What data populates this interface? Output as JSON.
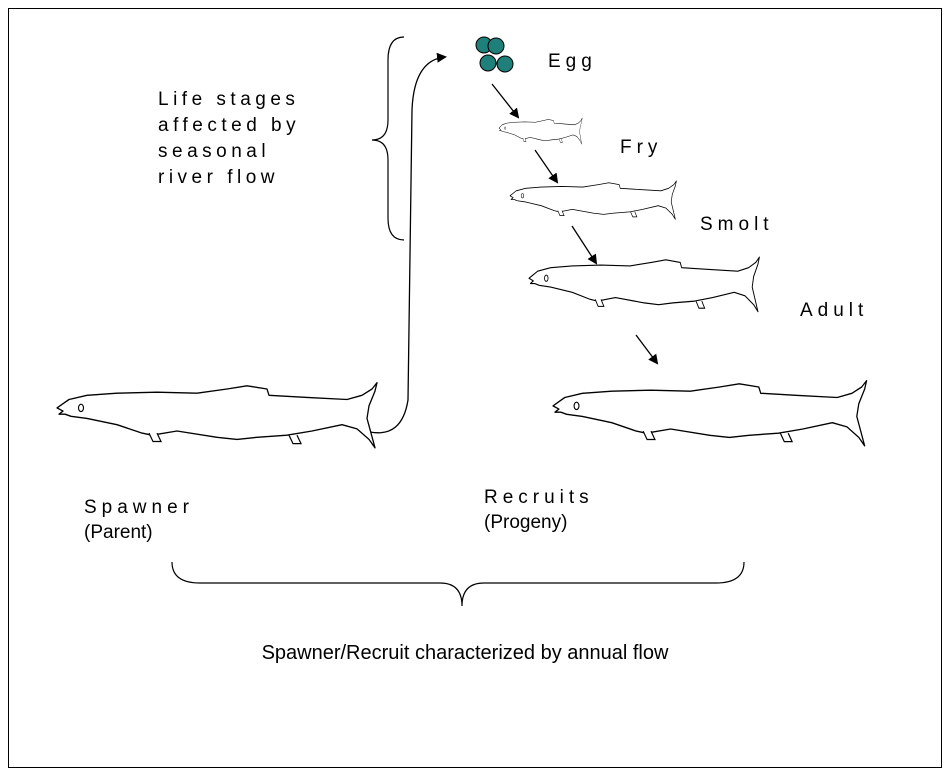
{
  "diagram": {
    "life_stages_lines": [
      "Life stages",
      "affected by",
      "seasonal",
      "river flow"
    ],
    "stages": {
      "egg": "Egg",
      "fry": "Fry",
      "smolt": "Smolt",
      "adult": "Adult"
    },
    "spawner": {
      "name": "Spawner",
      "note": "(Parent)"
    },
    "recruits": {
      "name": "Recruits",
      "note": "(Progeny)"
    },
    "caption": "Spawner/Recruit characterized by annual flow",
    "colors": {
      "egg_fill": "#1f7f7a",
      "line": "#000000"
    }
  }
}
